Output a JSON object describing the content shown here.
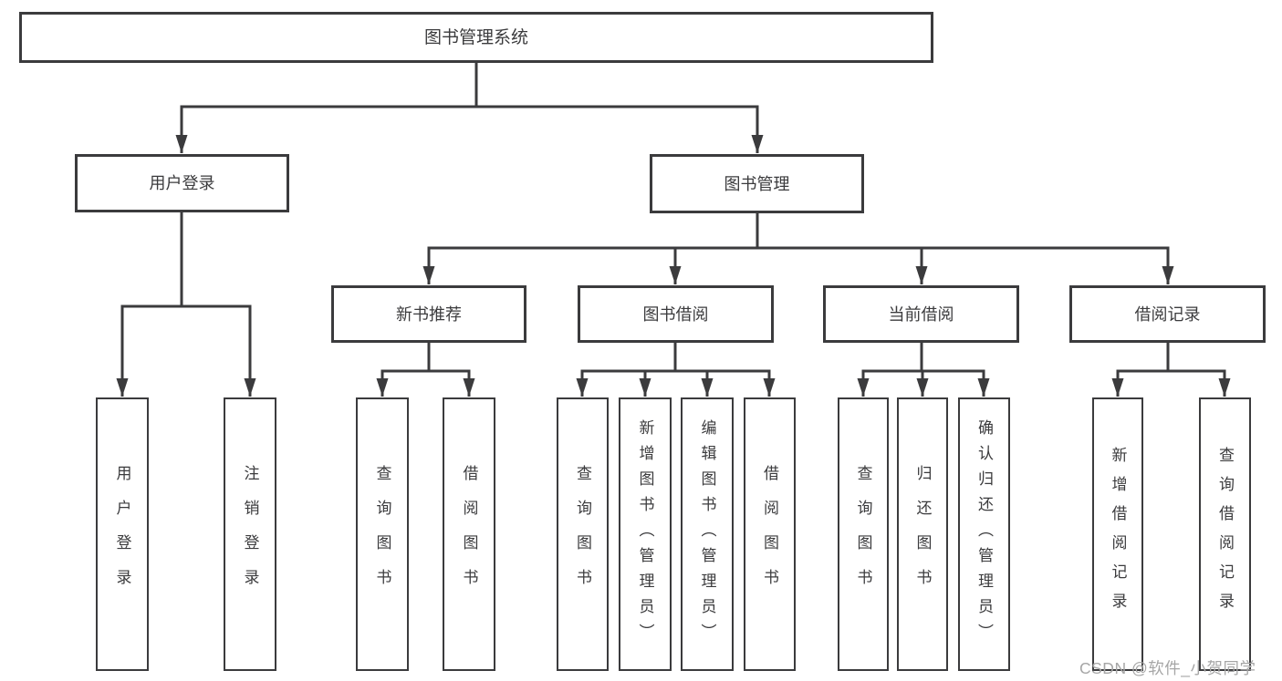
{
  "diagram": {
    "root": {
      "label": "图书管理系统"
    },
    "children": [
      {
        "label": "用户登录",
        "children": [
          {
            "label": "用户登录"
          },
          {
            "label": "注销登录"
          }
        ]
      },
      {
        "label": "图书管理",
        "children": [
          {
            "label": "新书推荐",
            "children": [
              {
                "label": "查询图书"
              },
              {
                "label": "借阅图书"
              }
            ]
          },
          {
            "label": "图书借阅",
            "children": [
              {
                "label": "查询图书"
              },
              {
                "label": "新增图书（管理员）"
              },
              {
                "label": "编辑图书（管理员）"
              },
              {
                "label": "借阅图书"
              }
            ]
          },
          {
            "label": "当前借阅",
            "children": [
              {
                "label": "查询图书"
              },
              {
                "label": "归还图书"
              },
              {
                "label": "确认归还（管理员）"
              }
            ]
          },
          {
            "label": "借阅记录",
            "children": [
              {
                "label": "新增借阅记录"
              },
              {
                "label": "查询借阅记录"
              }
            ]
          }
        ]
      }
    ]
  },
  "watermark": {
    "text": "CSDN @软件_小贺同学"
  },
  "colors": {
    "line": "#3b3b3d",
    "text": "#3b3b3d",
    "watermark": "#a6a6a6",
    "background": "#ffffff"
  }
}
